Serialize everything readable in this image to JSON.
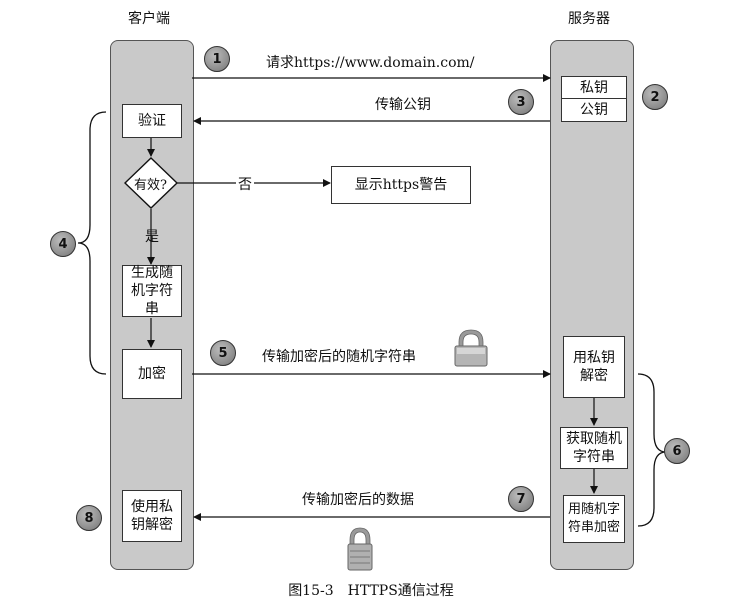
{
  "lanes": {
    "client": "客户端",
    "server": "服务器"
  },
  "client": {
    "verify": "验证",
    "valid": "有效?",
    "yes": "是",
    "no": "否",
    "generate": "生成随机字符串",
    "encrypt": "加密",
    "decrypt_private": "使用私钥解密"
  },
  "server": {
    "private_key": "私钥",
    "public_key": "公钥",
    "decrypt_with_private": "用私钥解密",
    "get_random": "获取随机字符串",
    "encrypt_with_random": "用随机字符串加密"
  },
  "warning": "显示https警告",
  "messages": {
    "request": "请求https://www.domain.com/",
    "transfer_public_key": "传输公钥",
    "transfer_encrypted_random": "传输加密后的随机字符串",
    "transfer_encrypted_data": "传输加密后的数据"
  },
  "steps": [
    "1",
    "2",
    "3",
    "4",
    "5",
    "6",
    "7",
    "8"
  ],
  "caption": "图15-3　HTTPS通信过程"
}
